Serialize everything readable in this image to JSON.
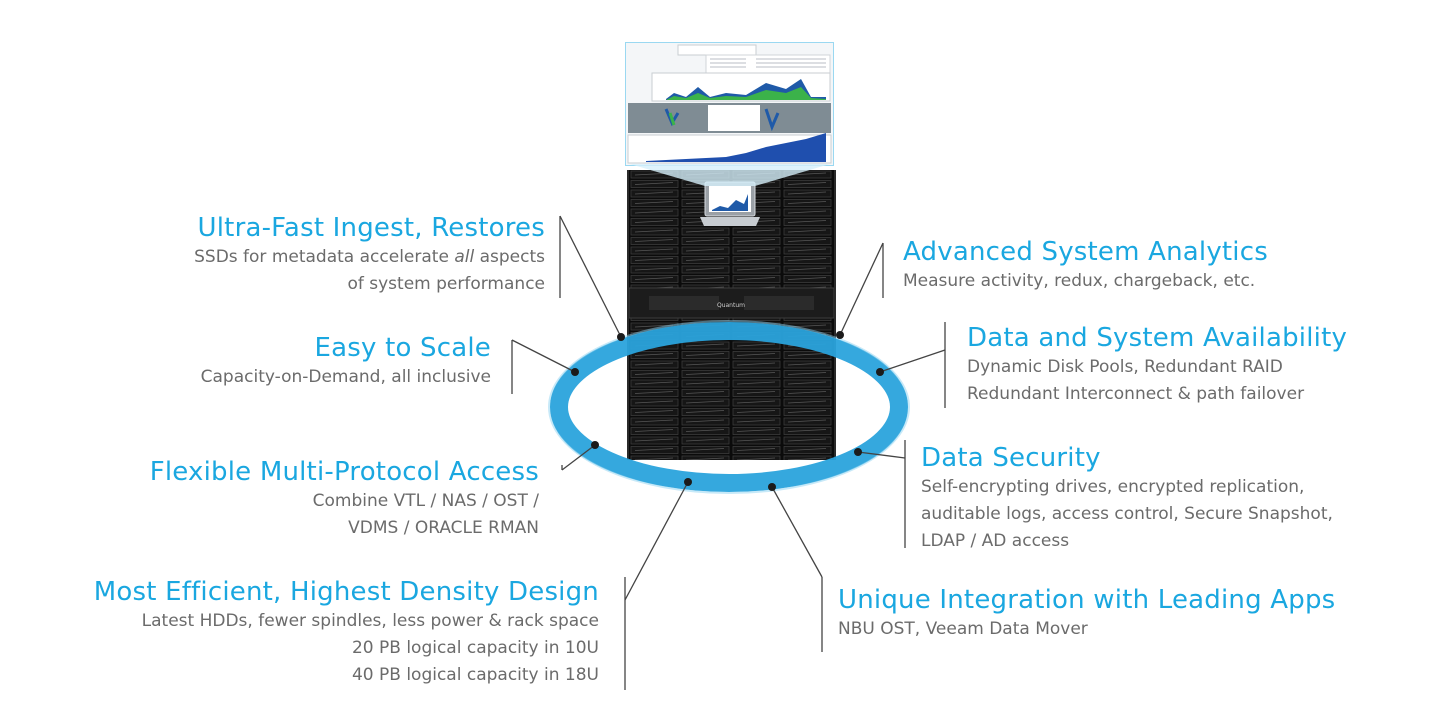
{
  "callouts": {
    "ingest": {
      "title": "Ultra-Fast Ingest, Restores",
      "desc_part1": "SSDs for metadata accelerate ",
      "desc_italic": "all",
      "desc_part2": " aspects",
      "desc_line2": "of system performance"
    },
    "scale": {
      "title": "Easy to Scale",
      "desc": "Capacity-on-Demand, all inclusive"
    },
    "protocol": {
      "title": "Flexible Multi-Protocol Access",
      "desc_line1": "Combine VTL / NAS / OST /",
      "desc_line2": "VDMS / ORACLE RMAN"
    },
    "density": {
      "title": "Most Efficient, Highest Density Design",
      "desc_line1": "Latest HDDs, fewer spindles, less power & rack space",
      "desc_line2": "20 PB logical capacity in 10U",
      "desc_line3": "40 PB logical capacity in 18U"
    },
    "analytics": {
      "title": "Advanced System Analytics",
      "desc": "Measure activity, redux, chargeback, etc."
    },
    "availability": {
      "title": "Data and System Availability",
      "desc_line1": "Dynamic Disk Pools, Redundant RAID",
      "desc_line2": "Redundant Interconnect & path failover"
    },
    "security": {
      "title": "Data Security",
      "desc_line1": "Self-encrypting drives, encrypted replication,",
      "desc_line2": "auditable logs, access control, Secure Snapshot,",
      "desc_line3": "LDAP / AD access"
    },
    "integration": {
      "title": "Unique Integration with Leading Apps",
      "desc": "NBU OST, Veeam Data Mover"
    }
  },
  "product": {
    "badge": "Quantum"
  },
  "colors": {
    "accent": "#1aa7e0",
    "text": "#6b6b6b",
    "ring": "#2aa3dc",
    "rack": "#0b0b0b"
  }
}
